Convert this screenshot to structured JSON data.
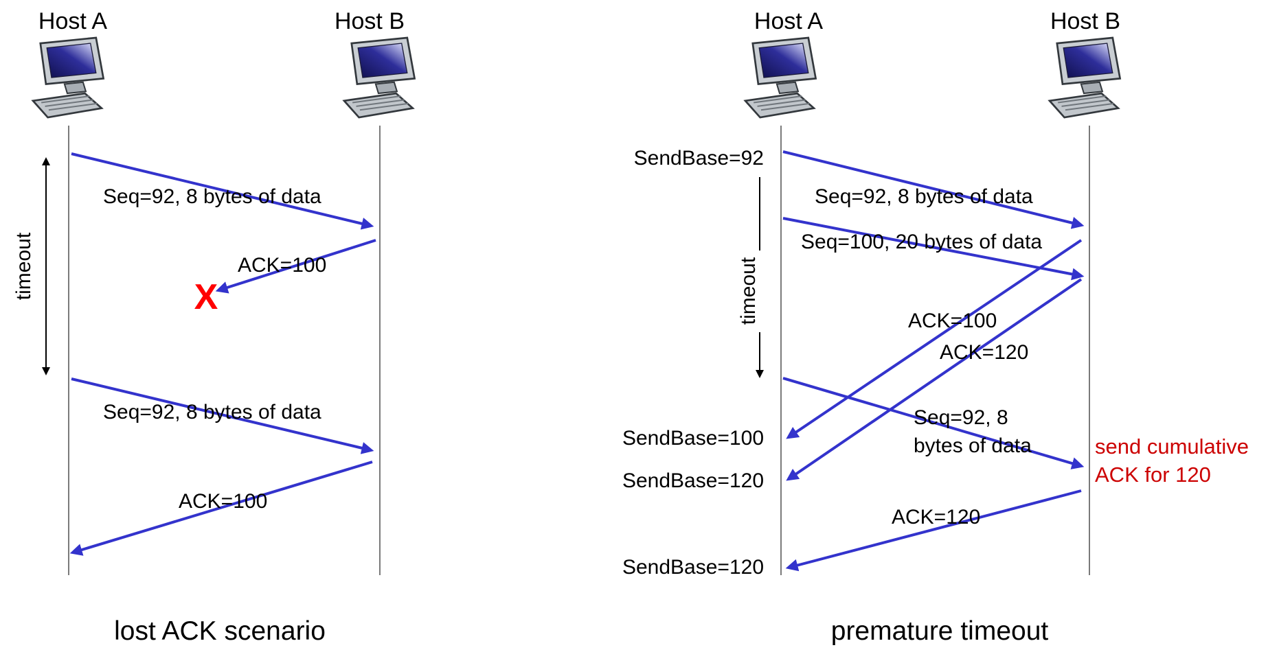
{
  "colors": {
    "arrow_blue": "#3333cc",
    "lifeline_gray": "#7a7a7a",
    "note_red": "#cc0000",
    "x_red": "#ff0000"
  },
  "left_panel": {
    "host_a": "Host A",
    "host_b": "Host B",
    "timeout": "timeout",
    "seq1": "Seq=92, 8 bytes of data",
    "ack1": "ACK=100",
    "x_mark": "X",
    "seq2": "Seq=92, 8 bytes of data",
    "ack2": "ACK=100",
    "caption": "lost ACK scenario"
  },
  "right_panel": {
    "host_a": "Host A",
    "host_b": "Host B",
    "timeout": "timeout",
    "sendbase_92": "SendBase=92",
    "seq1": "Seq=92, 8 bytes of data",
    "seq2": "Seq=100, 20 bytes of data",
    "ack1": "ACK=100",
    "ack2": "ACK=120",
    "retransmit_line1": "Seq=92,  8",
    "retransmit_line2": "bytes of data",
    "sendbase_100": "SendBase=100",
    "sendbase_120": "SendBase=120",
    "note_line1": "send cumulative",
    "note_line2": "ACK for 120",
    "ack3": "ACK=120",
    "sendbase_120_final": "SendBase=120",
    "caption": "premature timeout"
  }
}
